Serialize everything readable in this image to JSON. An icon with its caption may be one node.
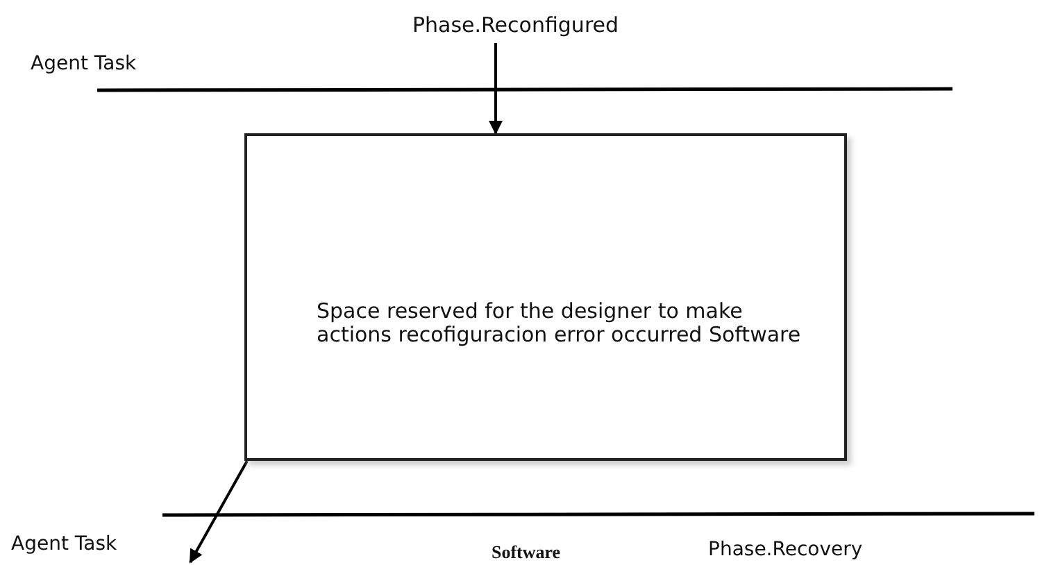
{
  "diagram": {
    "nodes": [
      {
        "text": [
          "Phase.Reconfigured"
        ]
      },
      {
        "text": [
          "Space reserved for the designer to make actions recofiguracion error occurred Software"
        ]
      }
    ],
    "edges": [
      {
        "from": 0,
        "to": 1,
        "arrow": "to"
      },
      {
        "from": 1,
        "to": null,
        "arrow": "to"
      }
    ],
    "labels": [
      "Agent Task",
      "Agent Task",
      "Software",
      "Phase.Recovery"
    ]
  }
}
